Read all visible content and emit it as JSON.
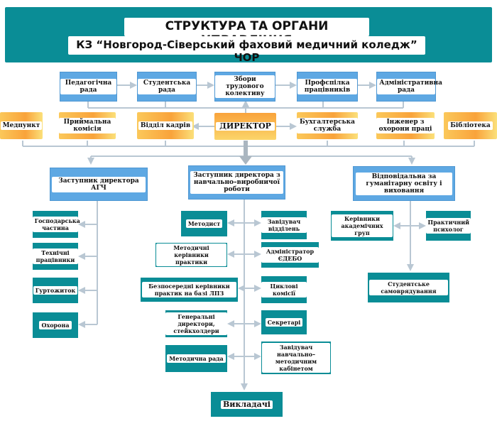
{
  "header": {
    "title": "СТРУКТУРА ТА ОРГАНИ УПРАВЛІННЯ",
    "subtitle": "КЗ “Новгород-Сіверський фаховий медичний коледж” ЧОР"
  },
  "councils": {
    "pedagogical": "Педагогічна рада",
    "student": "Студентська рада",
    "assembly": "Збори трудового колективу",
    "union": "Профспілка працівників",
    "admin": "Адміністративна рада"
  },
  "departments": {
    "medical": "Медпункт",
    "admission": "Приймальна комісія",
    "hr": "Відділ кадрів",
    "director": "ДИРЕКТОР",
    "accounting": "Бухгалтерська служба",
    "safety": "Інженер з охорони праці",
    "library": "Бібліотека"
  },
  "deputies": {
    "agc": "Заступник директора АГЧ",
    "edu": "Заступник директора з навчально–виробничої роботи",
    "humanitarian": "Відповідальна за гуманітарну освіту і виховання"
  },
  "agc_units": {
    "economic": "Господарська частина",
    "technical": "Технічні працівники",
    "dorm": "Гуртожиток",
    "security": "Охорона"
  },
  "edu_left": {
    "methodist": "Методист",
    "practice_heads": "Методичні керівники практики",
    "direct_heads": "Безпосередні керівники практик на базі ЛПЗ",
    "general": "Генеральні директори, стейкхолдери",
    "method_council": "Методична рада"
  },
  "edu_right": {
    "dept_head": "Завідувач відділень",
    "edebo": "Адміністратор ЄДЕБО",
    "commissions": "Циклові комісії",
    "secretaries": "Секретарі",
    "cabinet_head": "Завідувач навчально–методичним кабінетом"
  },
  "teachers": "Викладачі",
  "hum_units": {
    "group_heads": "Керівники академічних груп",
    "psychologist": "Практичний психолог",
    "self_gov": "Студентське самоврядування"
  },
  "colors": {
    "teal": "#0a8d96",
    "blue": "#5ea8e3",
    "orange": "#f9a33b",
    "connector": "#b9c7d3"
  }
}
